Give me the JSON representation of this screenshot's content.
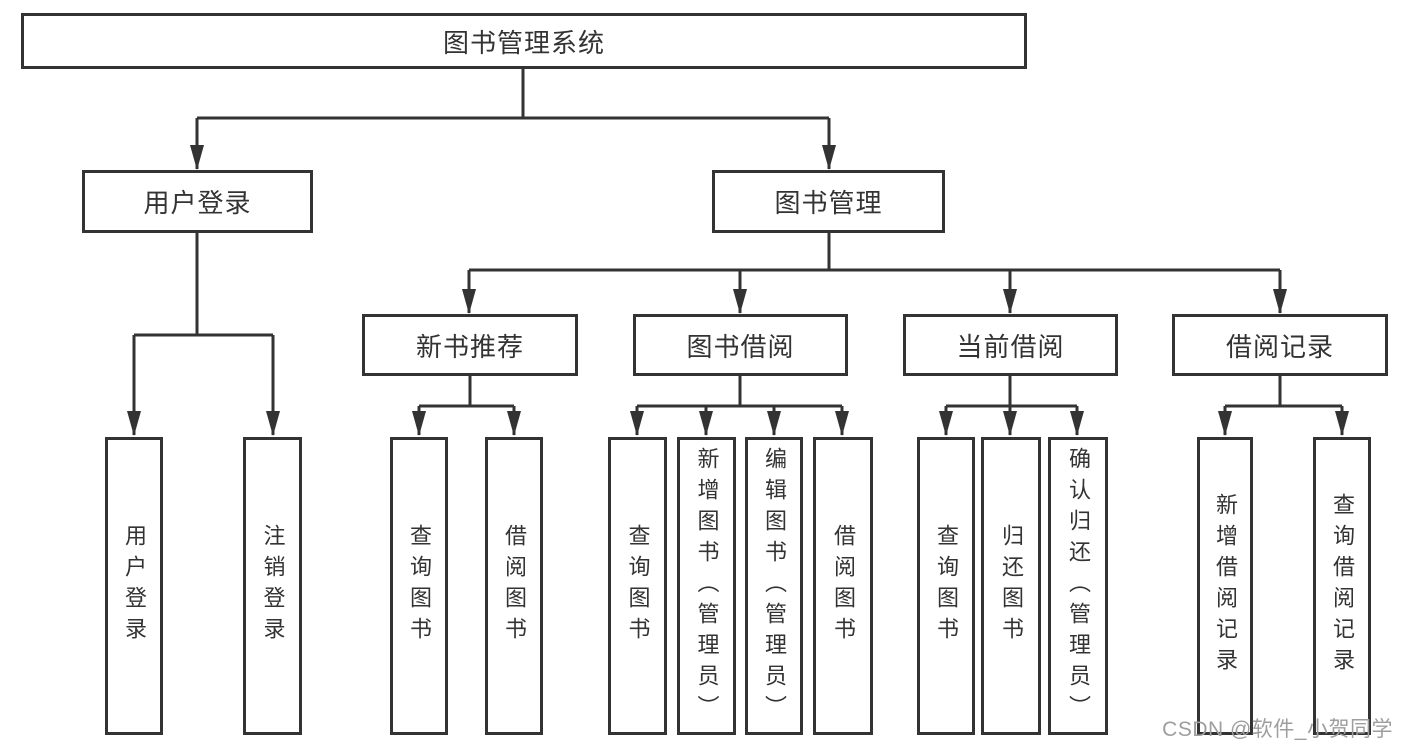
{
  "diagram": {
    "root": {
      "label": "图书管理系统"
    },
    "branches": [
      {
        "label": "用户登录",
        "children": [
          {
            "label": "用户登录"
          },
          {
            "label": "注销登录"
          }
        ]
      },
      {
        "label": "图书管理",
        "children": [
          {
            "label": "新书推荐",
            "children": [
              {
                "label": "查询图书"
              },
              {
                "label": "借阅图书"
              }
            ]
          },
          {
            "label": "图书借阅",
            "children": [
              {
                "label": "查询图书"
              },
              {
                "label": "新增图书（管理员）"
              },
              {
                "label": "编辑图书（管理员）"
              },
              {
                "label": "借阅图书"
              }
            ]
          },
          {
            "label": "当前借阅",
            "children": [
              {
                "label": "查询图书"
              },
              {
                "label": "归还图书"
              },
              {
                "label": "确认归还（管理员）"
              }
            ]
          },
          {
            "label": "借阅记录",
            "children": [
              {
                "label": "新增借阅记录"
              },
              {
                "label": "查询借阅记录"
              }
            ]
          }
        ]
      }
    ]
  },
  "watermark": {
    "text": "CSDN @软件_小贺同学"
  },
  "colors": {
    "line": "#333333",
    "text": "#333333",
    "watermark": "#9e9e9e",
    "background": "#ffffff"
  }
}
